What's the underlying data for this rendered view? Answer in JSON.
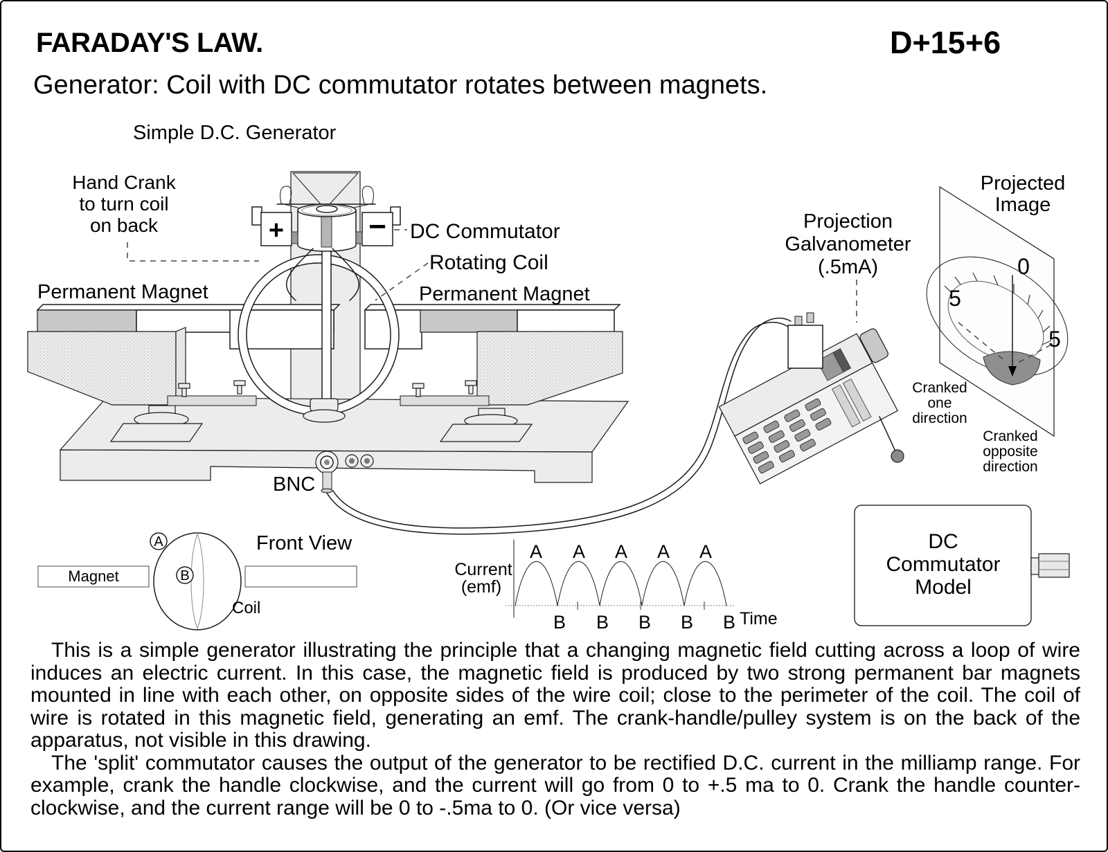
{
  "page": {
    "title": "FARADAY'S LAW.",
    "code": "D+15+6",
    "subtitle": "Generator: Coil with DC commutator rotates between magnets.",
    "diagram_title": "Simple D.C. Generator"
  },
  "apparatus": {
    "hand_crank_label": [
      "Hand Crank",
      "to turn coil",
      "on back"
    ],
    "permanent_magnet_left": "Permanent Magnet",
    "permanent_magnet_right": "Permanent Magnet",
    "dc_commutator_label": "DC Commutator",
    "rotating_coil_label": "Rotating Coil",
    "plus_terminal": "+",
    "minus_terminal": "−",
    "bnc_label": "BNC"
  },
  "galvanometer": {
    "label_lines": [
      "Projection",
      "Galvanometer",
      "(.5mA)"
    ]
  },
  "projected_image": {
    "label_lines": [
      "Projected",
      "Image"
    ],
    "scale_left": "5",
    "scale_zero": "0",
    "scale_right": "5",
    "needle_at": "0",
    "cranked_one": [
      "Cranked",
      "one",
      "direction"
    ],
    "cranked_opposite": [
      "Cranked",
      "opposite",
      "direction"
    ]
  },
  "front_view": {
    "title": "Front View",
    "magnet_label": "Magnet",
    "coil_label": "Coil",
    "point_a": "A",
    "point_b": "B"
  },
  "commutator_model": {
    "label_lines": [
      "DC",
      "Commutator",
      "Model"
    ]
  },
  "chart_data": {
    "type": "line",
    "title": "",
    "xlabel": "Time",
    "ylabel": "Current (emf)",
    "ylabel_lines": [
      "Current",
      "(emf)"
    ],
    "grid": false,
    "units": "arbitrary (no numeric scale shown)",
    "series": [
      {
        "name": "rectified DC output",
        "shape": "half-sine pulses, all positive",
        "pulse_count": 5,
        "peak_labels": [
          "A",
          "A",
          "A",
          "A",
          "A"
        ],
        "zero_labels": [
          "B",
          "B",
          "B",
          "B",
          "B"
        ]
      }
    ]
  },
  "body_text": {
    "paragraph1": "This is a simple generator illustrating the principle that a changing magnetic field cutting across a loop of wire induces an electric current.  In this case, the magnetic field is produced by two strong permanent bar magnets mounted in line with each other, on opposite sides of the wire coil; close to the perimeter of the coil. The coil of wire is rotated in this magnetic field, generating an emf.  The crank-handle/pulley system is on the back of the apparatus, not visible in this drawing.",
    "paragraph2": "The 'split' commutator causes the output of the generator to be rectified D.C. current in the milliamp range. For example, crank the handle clockwise, and the current will go from 0 to +.5 ma to 0.  Crank the handle counter-clockwise, and the current range will be 0 to -.5ma to 0. (Or vice versa)"
  }
}
